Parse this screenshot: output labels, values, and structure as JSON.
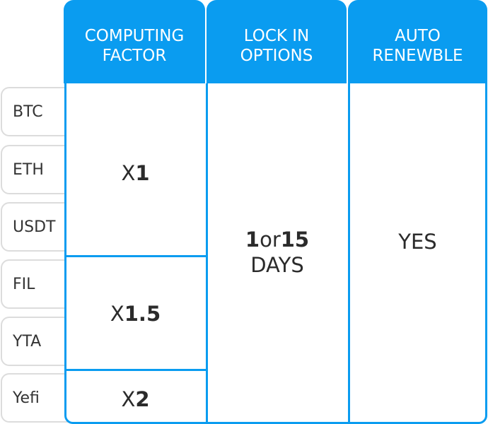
{
  "header": {
    "col1": "COMPUTING FACTOR",
    "col2": "LOCK IN OPTIONS",
    "col3": "AUTO RENEWBLE"
  },
  "coins": [
    "BTC",
    "ETH",
    "USDT",
    "FIL",
    "YTA",
    "Yefi"
  ],
  "factors": [
    {
      "prefix": "X",
      "value": "1"
    },
    {
      "prefix": "X",
      "value": "1.5"
    },
    {
      "prefix": "X",
      "value": "2"
    }
  ],
  "lock": {
    "value1": "1",
    "or": "or",
    "value2": "15",
    "unit": "DAYS"
  },
  "auto_renew": "YES",
  "colors": {
    "accent": "#0a9cf0",
    "tab_border": "#dcdcdc"
  }
}
